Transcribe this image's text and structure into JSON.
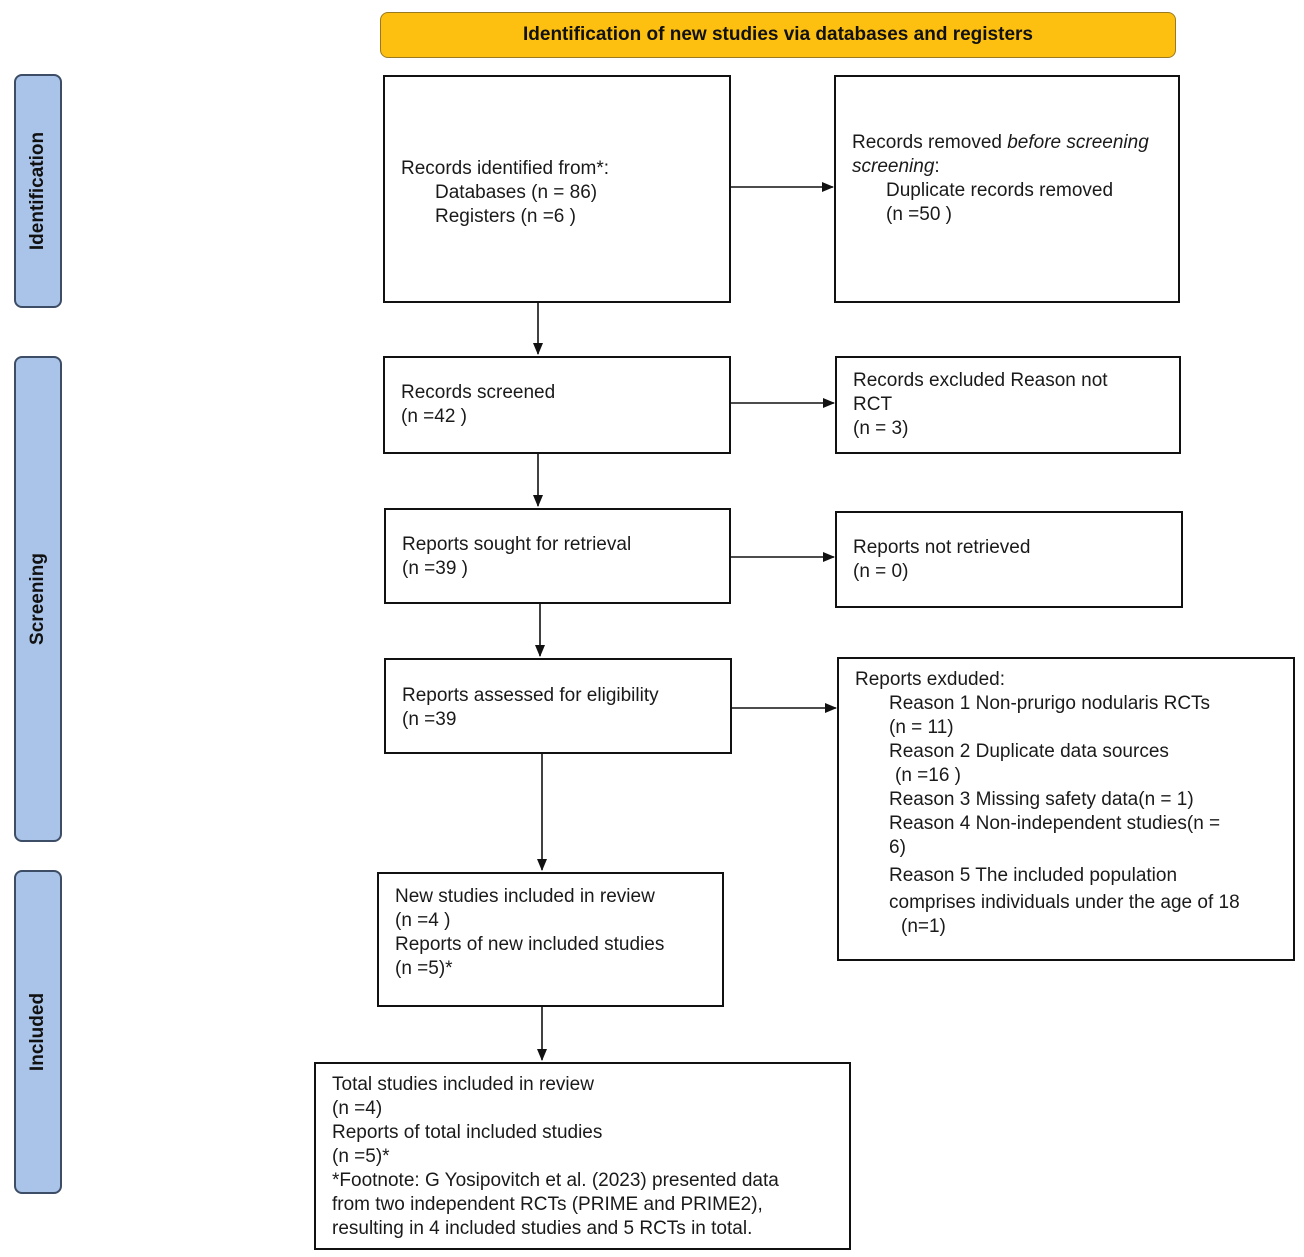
{
  "header": {
    "title": "Identification of new studies via databases and registers"
  },
  "phases": {
    "identification": "Identification",
    "screening": "Screening",
    "included": "Included"
  },
  "boxes": {
    "records_identified": {
      "title": "Records identified from*:",
      "databases": "Databases (n = 86)",
      "registers": "Registers (n =6 )"
    },
    "records_removed": {
      "title_prefix": "Records removed ",
      "title_italic": "before screening",
      "title_suffix": ":",
      "duplicates": "Duplicate records removed",
      "count": "(n =50 )"
    },
    "records_screened": {
      "title": "Records screened",
      "count": "(n =42 )"
    },
    "records_excluded": {
      "title": "Records excluded Reason not",
      "title2": "RCT",
      "count": "(n = 3)"
    },
    "reports_sought": {
      "title": "Reports sought for retrieval",
      "count": "(n =39 )"
    },
    "reports_not_retrieved": {
      "title": "Reports not retrieved",
      "count": "(n = 0)"
    },
    "reports_assessed": {
      "title": "Reports assessed for eligibility",
      "count": "(n =39"
    },
    "reports_excluded": {
      "title": "Reports exduded:",
      "reason1": "Reason 1 Non-prurigo nodularis  RCTs",
      "reason1_count": "(n = 11)",
      "reason2": "Reason 2 Duplicate data sources",
      "reason2_count": "(n =16 )",
      "reason3": "Reason 3 Missing safety data(n = 1)",
      "reason4": "Reason 4 Non-independent studies(n =",
      "reason4_count": "6)",
      "reason5": "Reason 5 The included population",
      "reason5_line2": "comprises individuals under the age of 18",
      "reason5_count": "(n=1)"
    },
    "new_studies": {
      "title": "New studies included in review",
      "count": "(n =4 )",
      "reports": "Reports of new included studies",
      "reports_count": "(n =5)*"
    },
    "total_studies": {
      "title": "Total studies included in review",
      "count": "(n =4)",
      "reports": "Reports of total included studies",
      "reports_count": "(n =5)*",
      "footnote1": "*Footnote: G Yosipovitch et al. (2023) presented data",
      "footnote2": "from two independent RCTs (PRIME and PRIME2),",
      "footnote3": "resulting in 4 included studies and 5 RCTs in total."
    }
  },
  "colors": {
    "banner": "#fdc010",
    "phase": "#a9c4e8",
    "border": "#111111"
  }
}
